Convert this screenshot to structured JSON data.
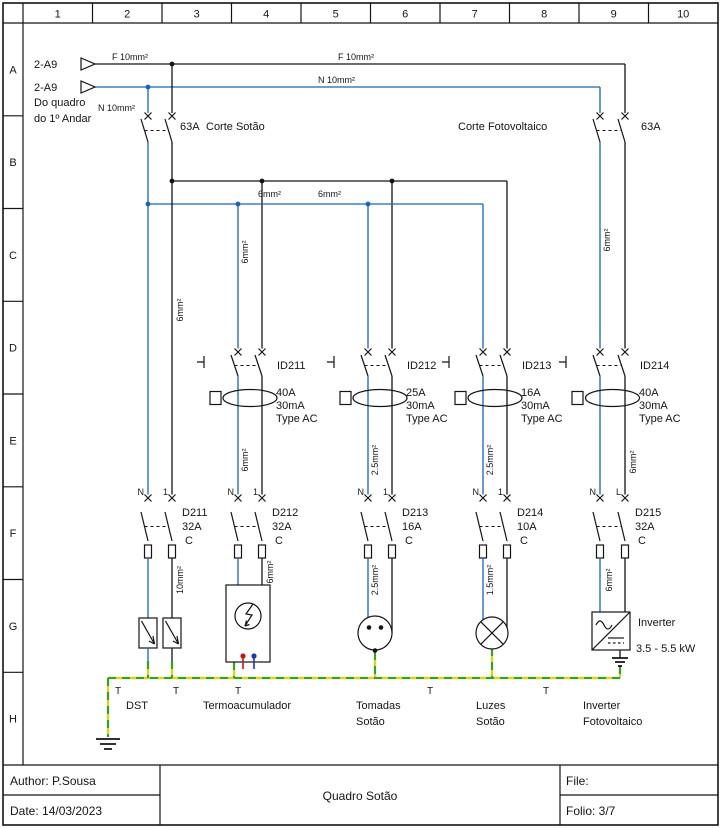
{
  "grid": {
    "columns": [
      "1",
      "2",
      "3",
      "4",
      "5",
      "6",
      "7",
      "8",
      "9",
      "10"
    ],
    "rows": [
      "A",
      "B",
      "C",
      "D",
      "E",
      "F",
      "G",
      "H"
    ]
  },
  "supply": {
    "ref_top": "2-A9",
    "ref_bottom": "2-A9",
    "origin_line1": "Do quadro",
    "origin_line2": "do 1º Andar",
    "phase_label_near": "F 10mm²",
    "phase_label_far": "F 10mm²",
    "neutral_label_near": "N 10mm²",
    "neutral_label_far": "N 10mm²"
  },
  "isolators": {
    "attic": {
      "rating": "63A",
      "name": "Corte Sotão"
    },
    "pv": {
      "name": "Corte Fotovoltaico",
      "rating": "63A"
    }
  },
  "bus": {
    "label_left": "6mm²",
    "label_right": "6mm²"
  },
  "risers": {
    "c1_top": "6mm²",
    "c1_bottom": "10mm²",
    "c2_top": "6mm²",
    "c2_mid": "6mm²",
    "c2_bottom": "6mm²",
    "c3_mid": "2.5mm²",
    "c3_bottom": "2.5mm²",
    "c4_mid": "2.5mm²",
    "c4_bottom": "1.5mm²",
    "pv_top": "6mm²",
    "pv_mid": "6mm²",
    "pv_bottom": "6mm²"
  },
  "rcds": [
    {
      "id": "ID211",
      "rating": "40A",
      "sensitivity": "30mA",
      "type": "Type AC"
    },
    {
      "id": "ID212",
      "rating": "25A",
      "sensitivity": "30mA",
      "type": "Type AC"
    },
    {
      "id": "ID213",
      "rating": "16A",
      "sensitivity": "30mA",
      "type": "Type AC"
    },
    {
      "id": "ID214",
      "rating": "40A",
      "sensitivity": "30mA",
      "type": "Type AC"
    }
  ],
  "mcbs": [
    {
      "id": "D211",
      "rating": "32A",
      "curve": "C",
      "pole_left": "N",
      "pole_right": "1"
    },
    {
      "id": "D212",
      "rating": "32A",
      "curve": "C",
      "pole_left": "N",
      "pole_right": "1"
    },
    {
      "id": "D213",
      "rating": "16A",
      "curve": "C",
      "pole_left": "N",
      "pole_right": "1"
    },
    {
      "id": "D214",
      "rating": "10A",
      "curve": "C",
      "pole_left": "N",
      "pole_right": "1"
    },
    {
      "id": "D215",
      "rating": "32A",
      "curve": "C",
      "pole_left": "N",
      "pole_right": "L"
    }
  ],
  "loads": {
    "dst": "DST",
    "water_heater": "Termoacumulador",
    "sockets_line1": "Tomadas",
    "sockets_line2": "Sotão",
    "lights_line1": "Luzes",
    "lights_line2": "Sotão",
    "pv_line1": "Inverter",
    "pv_line2": "Fotovoltaico",
    "inverter_name": "Inverter",
    "inverter_power": "3.5 - 5.5 kW"
  },
  "earth": {
    "terminals": [
      "T",
      "T",
      "T",
      "T",
      "T"
    ]
  },
  "titleblock": {
    "author": "Author: P.Sousa",
    "date": "Date: 14/03/2023",
    "title": "Quadro Sotão",
    "file": "File:",
    "folio": "Folio: 3/7"
  },
  "colors": {
    "phase": "#141414",
    "neutral": "#1464c8",
    "earth_green": "#27a537",
    "earth_yellow": "#ded31c",
    "hot_water": "#c81414",
    "cold_water": "#1437c8"
  }
}
